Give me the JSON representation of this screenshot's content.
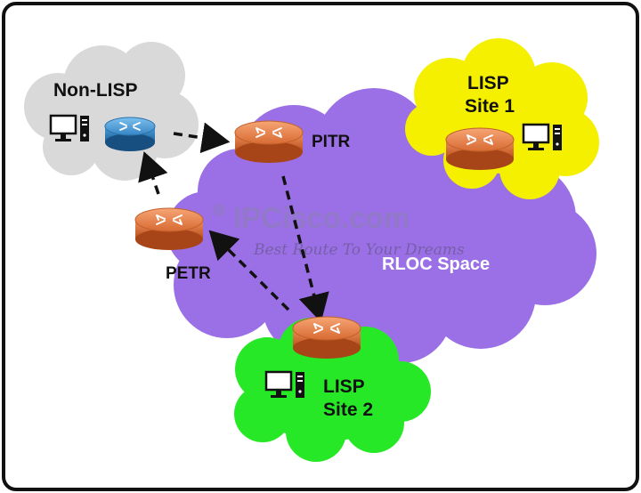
{
  "labels": {
    "non_lisp": "Non-LISP",
    "lisp_site1_line1": "LISP",
    "lisp_site1_line2": "Site 1",
    "lisp_site2_line1": "LISP",
    "lisp_site2_line2": "Site 2",
    "pitr": "PITR",
    "petr": "PETR",
    "rloc_space": "RLOC Space"
  },
  "watermark": {
    "brand": "IPCisco.com",
    "tagline": "Best Route To Your Dreams"
  },
  "colors": {
    "rloc_cloud": "#9b70e6",
    "site1_cloud": "#f4f000",
    "site2_cloud": "#27e827",
    "non_lisp_cloud": "#d9d9d9",
    "router_orange": "#d2692f",
    "router_blue": "#2c7fc0",
    "frame": "#111111"
  },
  "icons": [
    "computer-icon",
    "router-icon"
  ]
}
